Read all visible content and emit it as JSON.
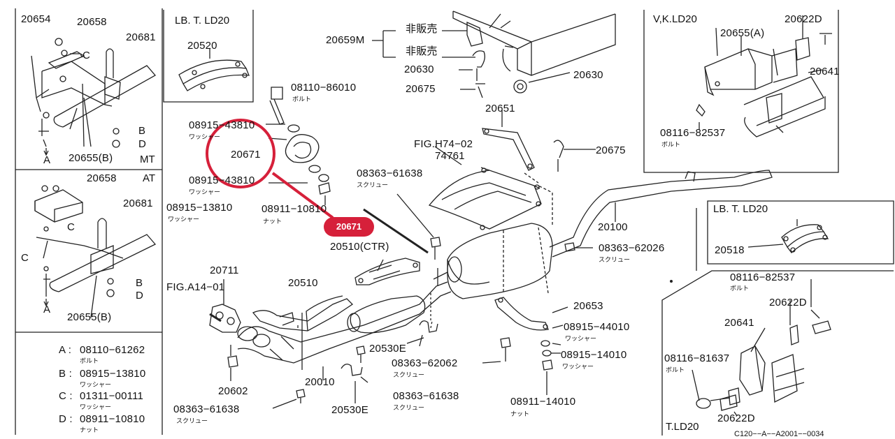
{
  "highlight": {
    "part": "20671",
    "badge": "20671"
  },
  "colors": {
    "highlight": "#d6203a",
    "line": "#222222"
  },
  "panels": {
    "mt": {
      "tag": "MT"
    },
    "at": {
      "tag": "AT"
    },
    "legend": {
      "items": [
        {
          "key": "A :",
          "part": "08110−61262",
          "sub": "ボルト"
        },
        {
          "key": "B :",
          "part": "08915−13810",
          "sub": "ワッシャー"
        },
        {
          "key": "C :",
          "part": "01311−00111",
          "sub": "ワッシャー"
        },
        {
          "key": "D :",
          "part": "08911−10810",
          "sub": "ナット"
        }
      ]
    },
    "lbt_top": {
      "title": "LB. T. LD20",
      "part": "20520"
    },
    "vk": {
      "title": "V,K.LD20"
    },
    "lbt_right": {
      "title": "LB. T. LD20",
      "part": "20518"
    },
    "tld": {
      "title": "T.LD20"
    }
  },
  "labels": {
    "l20654": "20654",
    "l20658a": "20658",
    "l20681a": "20681",
    "c1": "C",
    "b1": "B",
    "d1": "D",
    "a1": "A",
    "l20655b1": "20655(B)",
    "l20658b": "20658",
    "l20681b": "20681",
    "c2": "C",
    "b2": "B",
    "d2": "D",
    "a2": "A",
    "l20655b2": "20655(B)",
    "l20659m": "20659M",
    "hihan1": "非販売",
    "hihan2": "非販売",
    "l20630a": "20630",
    "l20630b": "20630",
    "l20675a": "20675",
    "l20675b": "20675",
    "l20651": "20651",
    "l08110": "08110−86010",
    "s_bolt1": "ボルト",
    "l08915a": "08915−43810",
    "s_wash1": "ワッシャー",
    "l20671": "20671",
    "l08915b": "08915−43810",
    "s_wash2": "ワッシャー",
    "l08915c": "08915−13810",
    "s_wash3": "ワッシャー",
    "l08911a": "08911−10810",
    "s_nut1": "ナット",
    "figh74": "FIG.H74−02",
    "l74761": "74761",
    "l08363a": "08363−61638",
    "s_scr1": "スクリュー",
    "l20100": "20100",
    "l08363b": "08363−62026",
    "s_scr2": "スクリュー",
    "l20510ctr": "20510(CTR)",
    "l20711": "20711",
    "figa14": "FIG.A14−01",
    "l20510": "20510",
    "l20653": "20653",
    "l08915d": "08915−44010",
    "s_wash4": "ワッシャー",
    "l08915e": "08915−14010",
    "s_wash5": "ワッシャー",
    "l20530e1": "20530E",
    "l08363c": "08363−62062",
    "s_scr3": "スクリュー",
    "l08363d": "08363−61638",
    "s_scr4": "スクリュー",
    "l20602": "20602",
    "l20010": "20010",
    "l08363e": "08363−61638",
    "s_scr5": "スクリュー",
    "l20530e2": "20530E",
    "l08911b": "08911−14010",
    "s_nut2": "ナット",
    "vk_20655a": "20655(A)",
    "vk_20622d": "20622D",
    "vk_20641": "20641",
    "vk_08116": "08116−82537",
    "vk_bolt": "ボルト",
    "t_08116a": "08116−82537",
    "t_bolt1": "ボルト",
    "t_20622d1": "20622D",
    "t_20641": "20641",
    "t_08116b": "08116−81637",
    "t_bolt2": "ボルト",
    "t_20622d2": "20622D"
  },
  "footer_code": "C120−−A−−A2001−−0034"
}
